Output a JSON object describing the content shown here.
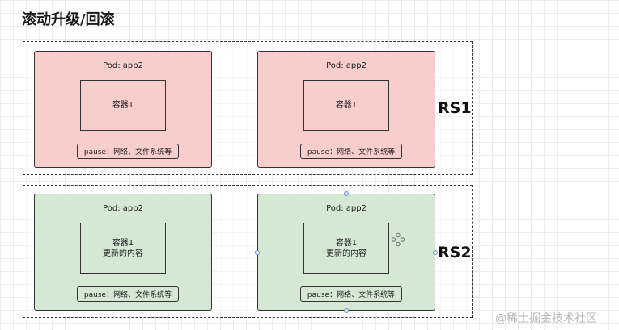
{
  "title": "滚动升级/回滚",
  "groups": [
    {
      "label": "RS1",
      "color": "#f8cecc",
      "pods": [
        {
          "title": "Pod: app2",
          "container_lines": [
            "容器1",
            ""
          ],
          "pause": "pause：网络、文件系统等"
        },
        {
          "title": "Pod: app2",
          "container_lines": [
            "容器1",
            ""
          ],
          "pause": "pause：网络、文件系统等"
        }
      ]
    },
    {
      "label": "RS2",
      "color": "#d5e8d4",
      "pods": [
        {
          "title": "Pod: app2",
          "container_lines": [
            "容器1",
            "更新的内容"
          ],
          "pause": "pause：网络、文件系统等"
        },
        {
          "title": "Pod: app2",
          "container_lines": [
            "容器1",
            "更新的内容"
          ],
          "pause": "pause：网络、文件系统等"
        }
      ]
    }
  ],
  "watermark": "@稀土掘金技术社区",
  "icons": {
    "selected_move_handle": "move-cursor-icon"
  }
}
